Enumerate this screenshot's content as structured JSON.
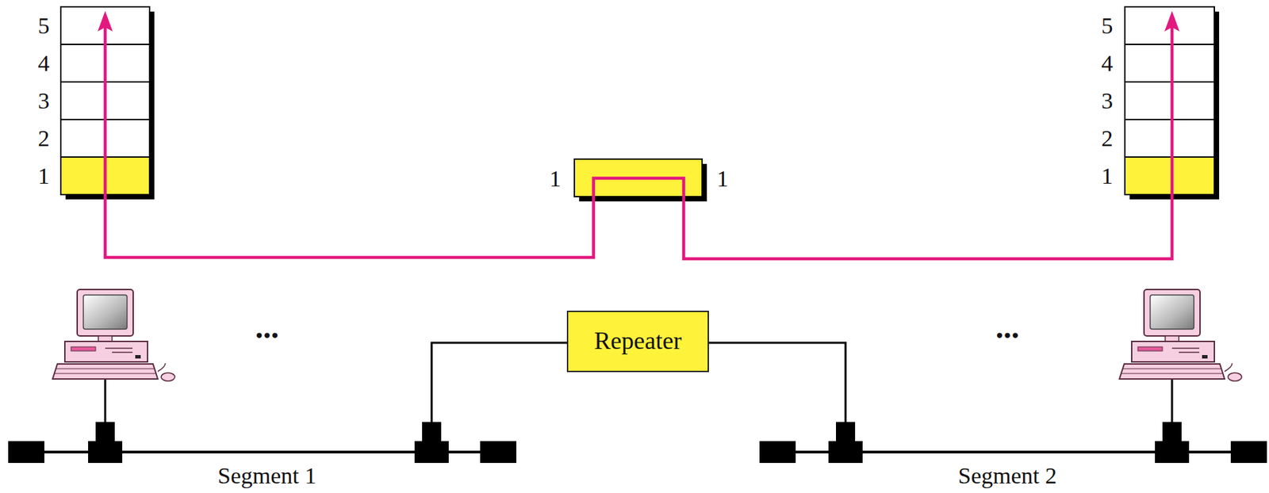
{
  "diagram": {
    "nodes": [
      {
        "text": [
          "Repeater"
        ]
      }
    ],
    "labels": [
      "5",
      "4",
      "3",
      "2",
      "1",
      "1",
      "1",
      "5",
      "4",
      "3",
      "2",
      "1",
      "...",
      "...",
      "Segment 1",
      "Segment 2"
    ]
  }
}
